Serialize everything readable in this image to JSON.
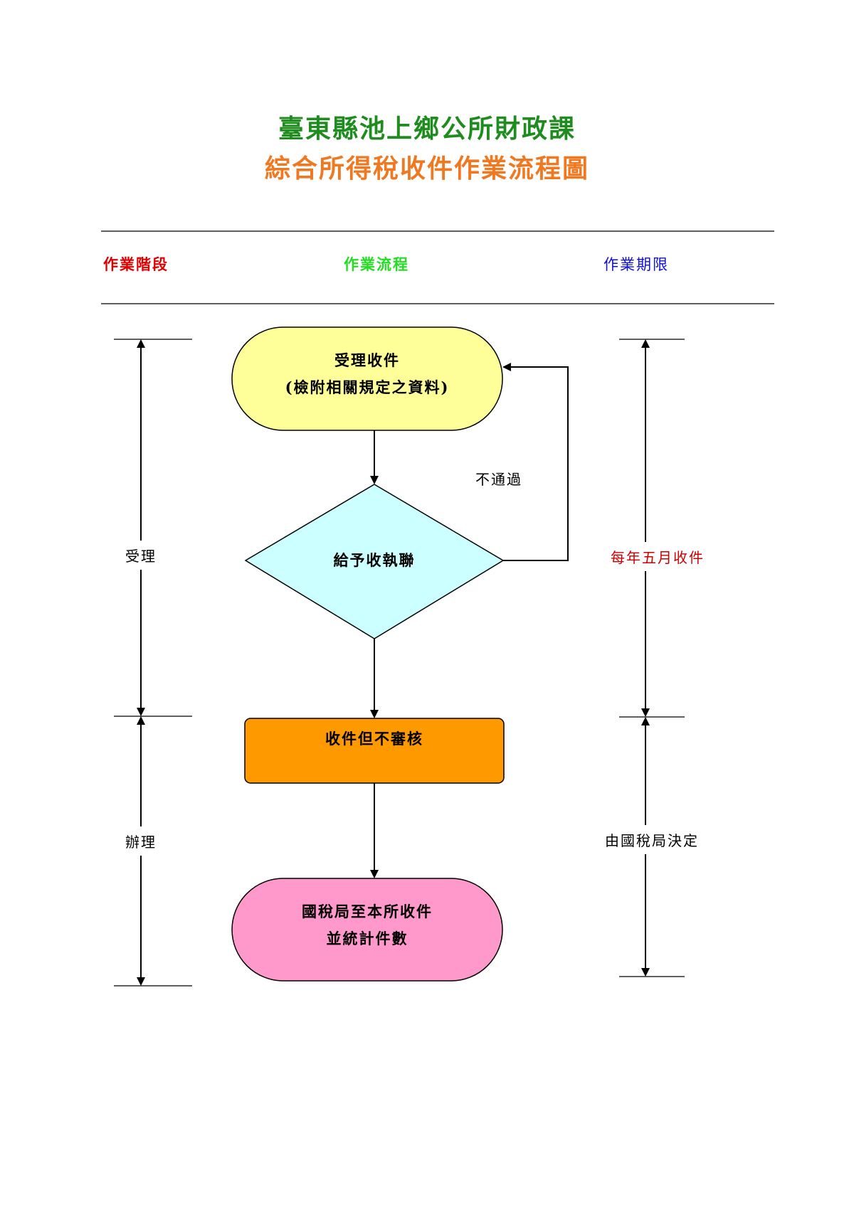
{
  "title": {
    "line1": "臺東縣池上鄉公所財政課",
    "line2": "綜合所得稅收件作業流程圖"
  },
  "columns": {
    "stage": "作業階段",
    "flow": "作業流程",
    "term": "作業期限"
  },
  "stages": [
    "受理",
    "辦理"
  ],
  "terms": [
    "每年五月收件",
    "由國稅局決定"
  ],
  "nodes": {
    "start": {
      "line1": "受理收件",
      "line2": "(檢附相關規定之資料)"
    },
    "decision": {
      "label": "給予收執聯"
    },
    "process": {
      "label": "收件但不審核"
    },
    "end": {
      "line1": "國稅局至本所收件",
      "line2": "並統計件數"
    }
  },
  "edges": {
    "reject_label": "不通過"
  },
  "colors": {
    "title1": "#1e8c1e",
    "title2": "#f07820",
    "start_fill": "#ffff99",
    "decision_fill": "#ccffff",
    "process_fill": "#ff9900",
    "end_fill": "#ff99cc",
    "term1": "#cc0000"
  }
}
